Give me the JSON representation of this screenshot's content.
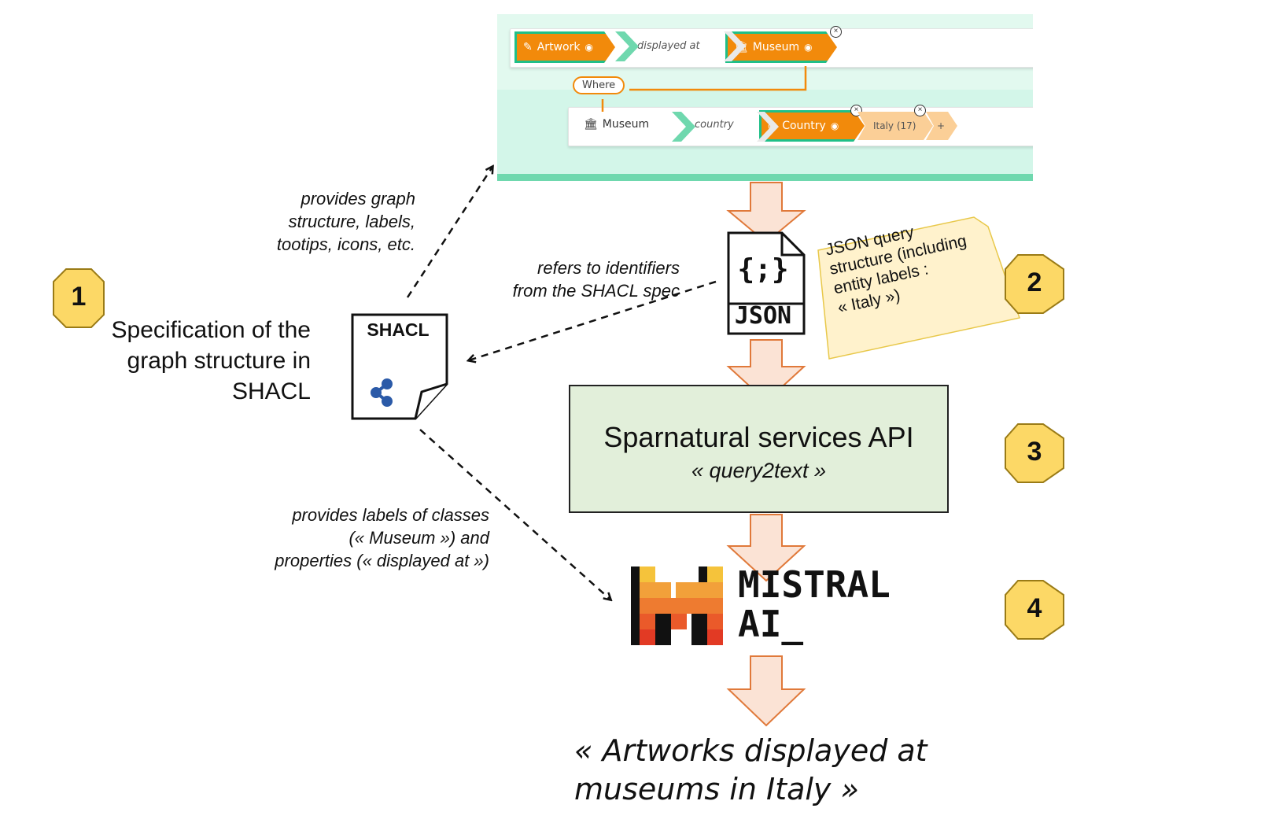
{
  "query_builder": {
    "row1": {
      "subject": "Artwork",
      "predicate": "displayed at",
      "object": "Museum"
    },
    "where_label": "Where",
    "row2": {
      "subject": "Museum",
      "predicate": "country",
      "object": "Country",
      "value": "Italy (17)",
      "add": "+"
    },
    "icons": {
      "artwork": "paintbrush-icon",
      "museum": "museum-icon",
      "country": "globe-icon",
      "eye": "eye-icon",
      "close": "close-icon"
    }
  },
  "steps": [
    {
      "number": "1"
    },
    {
      "number": "2"
    },
    {
      "number": "3"
    },
    {
      "number": "4"
    }
  ],
  "shacl": {
    "label": "SHACL",
    "description_lines": [
      "Specification of the",
      "graph structure in",
      "SHACL"
    ]
  },
  "annotations": {
    "provides_graph": [
      "provides graph",
      "structure, labels,",
      "tootips, icons, etc."
    ],
    "refers_to": [
      "refers to identifiers",
      "from the SHACL spec"
    ],
    "provides_labels": [
      "provides labels of classes",
      "(« Museum ») and",
      "properties (« displayed at »)"
    ]
  },
  "json_doc": {
    "braces": "{;}",
    "label": "JSON"
  },
  "json_note": {
    "lines": [
      "JSON query",
      "structure (including",
      "entity labels :",
      "« Italy »)"
    ]
  },
  "api": {
    "title": "Sparnatural services API",
    "subtitle": "« query2text »"
  },
  "mistral": {
    "line1": "MISTRAL",
    "line2": "AI_"
  },
  "output": {
    "lines": [
      "« Artworks displayed at",
      "museums in Italy »"
    ]
  },
  "colors": {
    "badge_fill": "#fcd866",
    "badge_stroke": "#9a7b16",
    "flow_arrow_fill": "#fbe3d5",
    "flow_arrow_stroke": "#e0793a",
    "chip_orange": "#f28a0b",
    "chip_border": "#1fbf88",
    "api_fill": "#e2efda",
    "sticky_fill": "#fff2cc",
    "sticky_stroke": "#e8c84a"
  }
}
